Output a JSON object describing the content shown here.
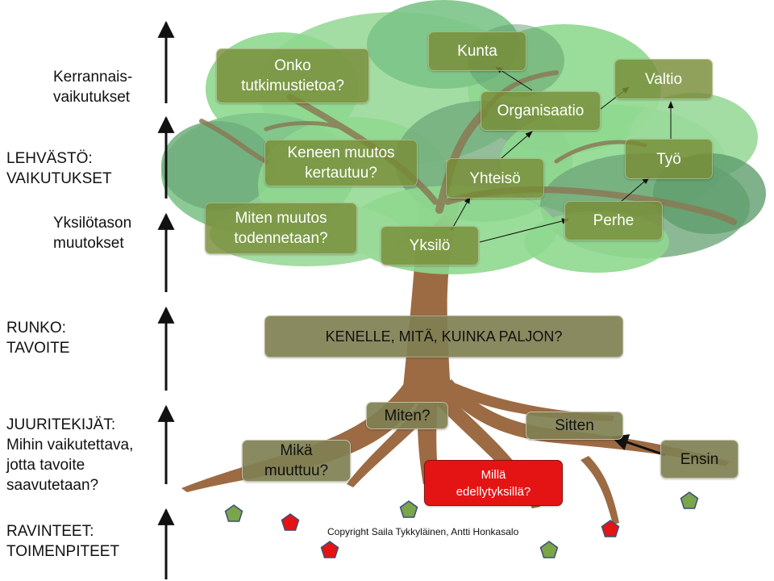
{
  "left_labels": {
    "kerrannais": "Kerrannais-\nvaikutukset",
    "lehvasto": "LEHVÄSTÖ:\nVAIKUTUKSET",
    "yksilotason": "Yksilötason\nmuutokset",
    "runko": "RUNKO:\nTAVOITE",
    "juuritekijat": "JUURITEKIJÄT:\nMihin vaikutettava,\njotta tavoite\nsaavutetaan?",
    "ravinteet": "RAVINTEET:\nTOIMENPITEET"
  },
  "canopy_boxes": {
    "onko": "Onko\ntutkimustietoa?",
    "keneen": "Keneen muutos\nkertautuu?",
    "miten_muutos": "Miten muutos\ntodennetaan?",
    "kunta": "Kunta",
    "organisaatio": "Organisaatio",
    "valtio": "Valtio",
    "tyo": "Työ",
    "yhteiso": "Yhteisö",
    "perhe": "Perhe",
    "yksilo": "Yksilö"
  },
  "trunk_box": "KENELLE, MITÄ, KUINKA PALJON?",
  "root_boxes": {
    "miten": "Miten?",
    "sitten": "Sitten",
    "mika": "Mikä\nmuuttuu?",
    "ensin": "Ensin",
    "milla": "Millä\nedellytyksillä?"
  },
  "copyright": "Copyright Saila Tykkyläinen, Antti Honkasalo",
  "colors": {
    "leaf_light": "#8fd88f",
    "leaf_dark": "#5f9e6e",
    "trunk": "#9c6b43",
    "box_green": "#788c37",
    "box_root": "#808052",
    "highlight_red": "#e41414",
    "pentagon_green": "#7aa54a",
    "pentagon_red": "#e41414"
  }
}
